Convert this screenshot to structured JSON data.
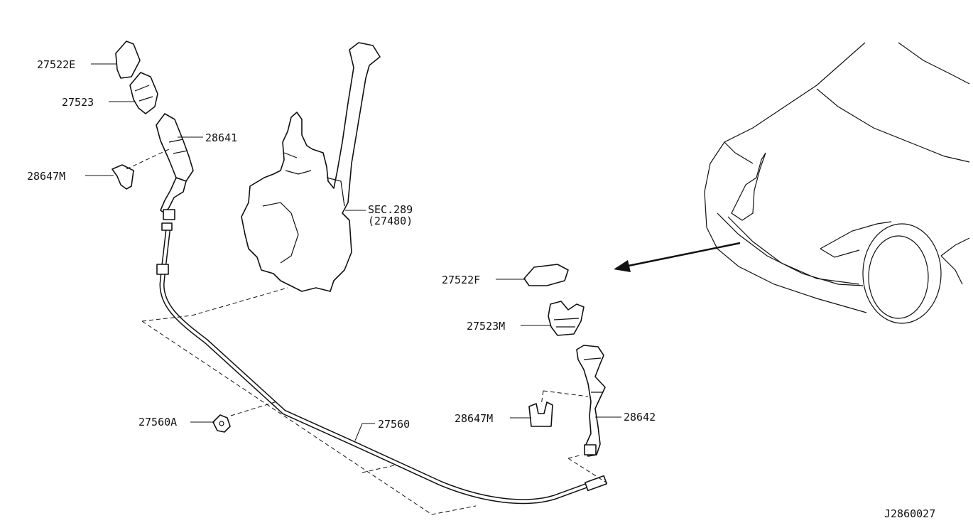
{
  "labels": {
    "cap_left": "27522E",
    "bracket_left": "27523",
    "nozzle_left": "28641",
    "clip_left": "28647M",
    "tank_sec": "SEC.289",
    "tank_ref": "(27480)",
    "cap_right": "27522F",
    "bracket_right": "27523M",
    "clip_right": "28647M",
    "nozzle_right": "28642",
    "connector": "27560A",
    "hose": "27560",
    "diagram_code": "J2860027"
  }
}
